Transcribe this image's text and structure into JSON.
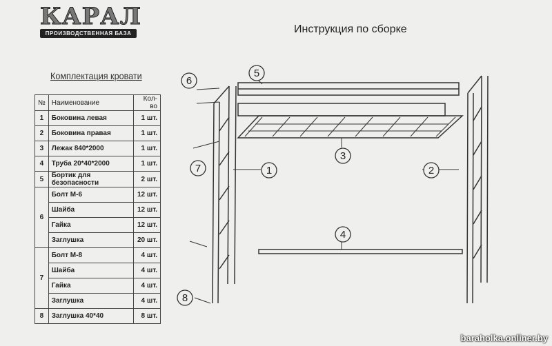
{
  "logo": {
    "word": "КАРАЛ",
    "subtitle": "ПРОИЗВОДСТВЕННАЯ БАЗА"
  },
  "title": "Инструкция по сборке",
  "table_title": "Комплектация кровати",
  "table": {
    "headers": [
      "№",
      "Наименование",
      "Кол-во"
    ],
    "rows": [
      {
        "n": "1",
        "items": [
          {
            "name": "Боковина левая",
            "qty": "1 шт."
          }
        ]
      },
      {
        "n": "2",
        "items": [
          {
            "name": "Боковина правая",
            "qty": "1 шт."
          }
        ]
      },
      {
        "n": "3",
        "items": [
          {
            "name": "Лежак 840*2000",
            "qty": "1 шт."
          }
        ]
      },
      {
        "n": "4",
        "items": [
          {
            "name": "Труба 20*40*2000",
            "qty": "1 шт."
          }
        ]
      },
      {
        "n": "5",
        "items": [
          {
            "name": "Бортик для безопасности",
            "qty": "2 шт."
          }
        ]
      },
      {
        "n": "6",
        "items": [
          {
            "name": "Болт М-6",
            "qty": "12 шт."
          },
          {
            "name": "Шайба",
            "qty": "12 шт."
          },
          {
            "name": "Гайка",
            "qty": "12 шт."
          },
          {
            "name": "Заглушка",
            "qty": "20 шт."
          }
        ]
      },
      {
        "n": "7",
        "items": [
          {
            "name": "Болт М-8",
            "qty": "4 шт."
          },
          {
            "name": "Шайба",
            "qty": "4 шт."
          },
          {
            "name": "Гайка",
            "qty": "4 шт."
          },
          {
            "name": "Заглушка",
            "qty": "4 шт."
          }
        ]
      },
      {
        "n": "8",
        "items": [
          {
            "name": "Заглушка 40*40",
            "qty": "8 шт."
          }
        ]
      }
    ]
  },
  "callouts": [
    "1",
    "2",
    "3",
    "4",
    "5",
    "6",
    "7",
    "8"
  ],
  "watermark": "baraholka.onliner.by"
}
